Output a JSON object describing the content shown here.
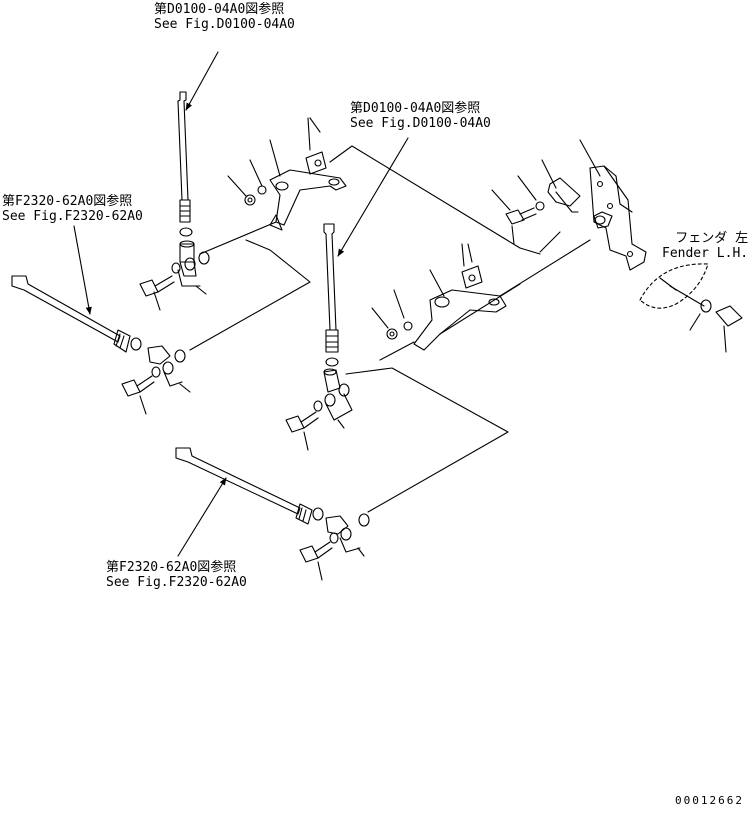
{
  "refs": [
    {
      "jp": "第D0100-04A0図参照",
      "en": "See Fig.D0100-04A0"
    },
    {
      "jp": "第D0100-04A0図参照",
      "en": "See Fig.D0100-04A0"
    },
    {
      "jp": "第F2320-62A0図参照",
      "en": "See Fig.F2320-62A0"
    },
    {
      "jp": "第F2320-62A0図参照",
      "en": "See Fig.F2320-62A0"
    }
  ],
  "fender": {
    "jp": "フェンダ 左",
    "en": "Fender L.H."
  },
  "drawing_number": "00012662",
  "colors": {
    "line": "#000000",
    "background": "#ffffff"
  }
}
